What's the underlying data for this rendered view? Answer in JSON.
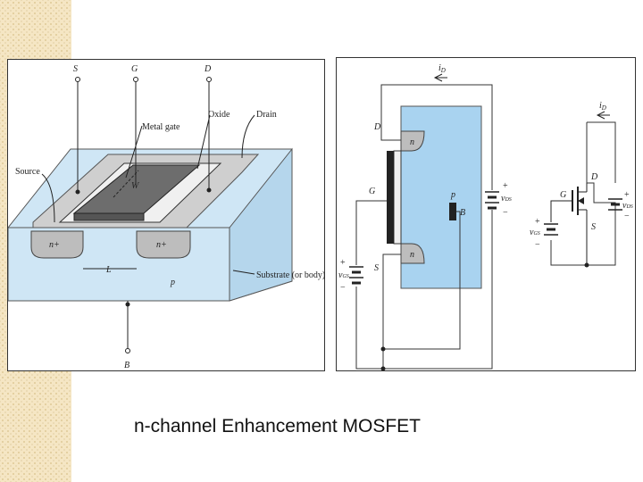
{
  "caption": "n-channel Enhancement MOSFET",
  "structure": {
    "terminals": {
      "source": "S",
      "gate": "G",
      "drain": "D",
      "body": "B"
    },
    "labels": {
      "metal_gate": "Metal gate",
      "oxide": "Oxide",
      "drain": "Drain",
      "source": "Source",
      "substrate": "Substrate (or body)",
      "n_plus_left": "n+",
      "n_plus_right": "n+",
      "p": "p",
      "length": "L",
      "width": "W"
    }
  },
  "circuit": {
    "id": "i",
    "id_sub": "D",
    "terminals": {
      "drain": "D",
      "gate": "G",
      "source": "S",
      "body": "B"
    },
    "region_n_top": "n",
    "region_n_bottom": "n",
    "region_p": "p",
    "vds_v": "v",
    "vds_sub": "DS",
    "vgs_v": "v",
    "vgs_sub": "GS",
    "plus": "+",
    "minus": "−"
  },
  "colors": {
    "substrate": "#cfe6f5",
    "n_region": "#bdbdbd",
    "gate_dark": "#6d6d6d",
    "p_region": "#a9d3f0"
  }
}
